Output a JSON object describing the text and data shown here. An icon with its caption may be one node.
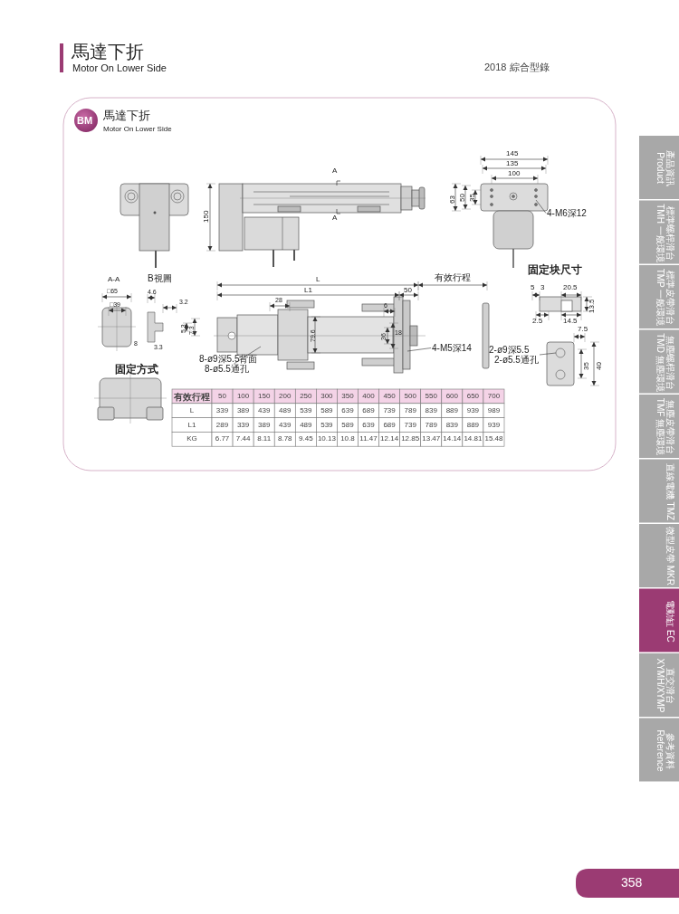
{
  "diagram": {
    "title": "馬達下折",
    "nodes": [
      {
        "text": [
          "4-M6深12"
        ]
      },
      {
        "text": [
          "4-M5深14"
        ]
      },
      {
        "text": [
          "8-ø9深5.5背面",
          "8-ø5.5通孔"
        ]
      },
      {
        "text": [
          "2-ø9深5.5",
          "2-ø5.5通孔"
        ]
      }
    ],
    "edges": [
      {
        "from": 0,
        "to": null,
        "arrow": "none"
      },
      {
        "from": 1,
        "to": null,
        "arrow": "none"
      },
      {
        "from": 2,
        "to": null,
        "arrow": "none"
      },
      {
        "from": 3,
        "to": null,
        "arrow": "none"
      }
    ],
    "labels": [
      "Motor On Lower Side",
      "2018 綜合型錄",
      "BM",
      "馬達下折",
      "Motor On Lower Side",
      "A",
      "A",
      "150",
      "145",
      "135",
      "100",
      "63",
      "50",
      "35",
      "A-A",
      "B視圖",
      "□65",
      "□39",
      "8",
      "4.6",
      "3.2",
      "5.3",
      "7.3",
      "3.3",
      "L",
      "L1",
      "50",
      "有效行程",
      "28",
      "6",
      "79.6",
      "36",
      "18",
      "固定方式",
      "固定块尺寸",
      "5",
      "3",
      "20.5",
      "13.5",
      "2.5",
      "14.5",
      "7.5",
      "35",
      "40",
      "有效行程",
      "50",
      "100",
      "150",
      "200",
      "250",
      "300",
      "350",
      "400",
      "450",
      "500",
      "550",
      "600",
      "650",
      "700",
      "L",
      "339",
      "389",
      "439",
      "489",
      "539",
      "589",
      "639",
      "689",
      "739",
      "789",
      "839",
      "889",
      "939",
      "989",
      "L1",
      "289",
      "339",
      "389",
      "439",
      "489",
      "539",
      "589",
      "639",
      "689",
      "739",
      "789",
      "839",
      "889",
      "939",
      "KG",
      "6.77",
      "7.44",
      "8.11",
      "8.78",
      "9.45",
      "10.13",
      "10.8",
      "11.47",
      "12.14",
      "12.85",
      "13.47",
      "14.14",
      "14.81",
      "15.48",
      "產品資訊 Product",
      "標準螺桿滑台TMH 一般環境",
      "標準皮帶滑台TMP 一般環境",
      "無塵螺桿滑台TMD 無塵環境",
      "無塵皮帶滑台TMF 無塵環境",
      "直線電機 TMZ",
      "微型皮帶 MKR",
      "電動缸 EC",
      "直交滑台 XYMH/XYMP",
      "參考資料 Reference",
      "358"
    ]
  }
}
